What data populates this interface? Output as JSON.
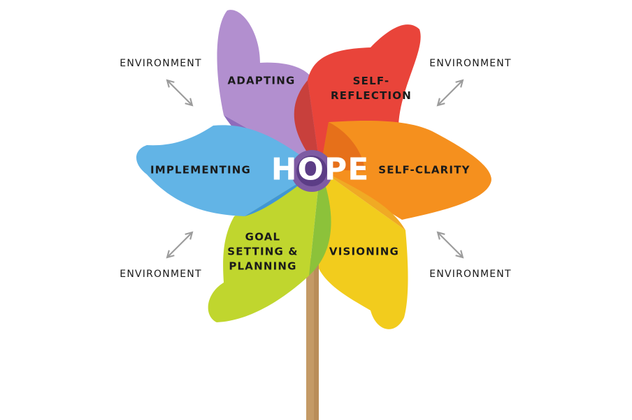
{
  "center_label": "HOPE",
  "blades": [
    {
      "id": "adapting",
      "label_lines": [
        "ADAPTING"
      ],
      "color": "#b28fcf"
    },
    {
      "id": "self-reflection",
      "label_lines": [
        "SELF-",
        "REFLECTION"
      ],
      "color": "#e9443a"
    },
    {
      "id": "self-clarity",
      "label_lines": [
        "SELF-CLARITY"
      ],
      "color": "#f5901e"
    },
    {
      "id": "visioning",
      "label_lines": [
        "VISIONING"
      ],
      "color": "#f2cc1d"
    },
    {
      "id": "goal-setting-planning",
      "label_lines": [
        "GOAL",
        "SETTING &",
        "PLANNING"
      ],
      "color": "#c0d62e"
    },
    {
      "id": "implementing",
      "label_lines": [
        "IMPLEMENTING"
      ],
      "color": "#62b4e6"
    }
  ],
  "environment_labels": [
    "ENVIRONMENT",
    "ENVIRONMENT",
    "ENVIRONMENT",
    "ENVIRONMENT"
  ],
  "colors": {
    "center_circle": "#7e5ba3",
    "stick": "#c49a66",
    "arrow": "#9c9c9c"
  }
}
